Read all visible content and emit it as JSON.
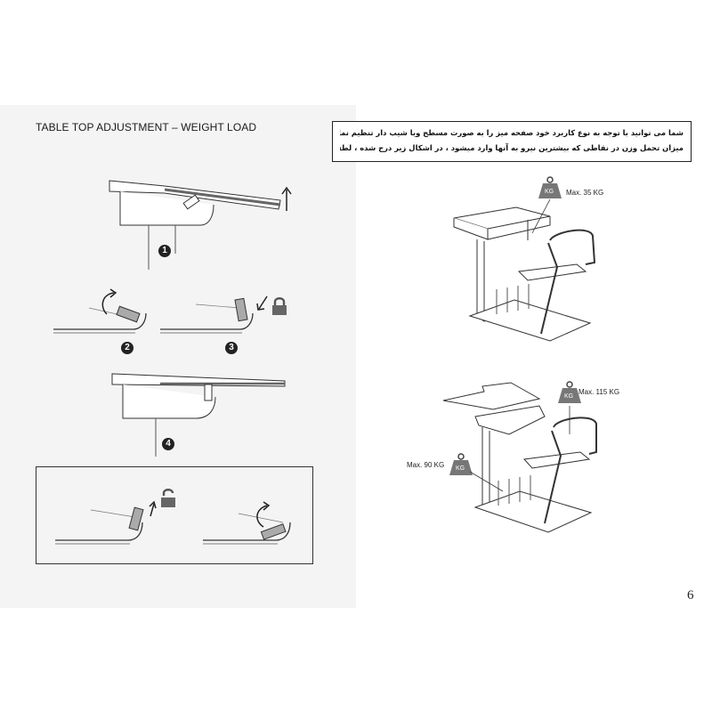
{
  "title": "TABLE TOP ADJUSTMENT  –  WEIGHT LOAD",
  "notice": {
    "line1": "شما می توانید با توجه به نوع کاربرد خود صفحه میز را به صورت مسطح ویا شیب دار تنظیم نمایید.",
    "line2": "میزان تحمل وزن در نقاطی که بیشترین نیرو به آنها وارد میشود ، در اشکال زیر درج شده ، لطفا توجه فرمایید."
  },
  "steps": [
    "1",
    "2",
    "3",
    "4"
  ],
  "weights": {
    "unit_label": "KG",
    "top_desk": "Max. 35 KG",
    "seat": "Max. 115 KG",
    "shelf": "Max. 90 KG"
  },
  "icons": [
    "up-arrow-icon",
    "rotate-arrow-icon",
    "down-arrow-icon",
    "lock-closed-icon",
    "lock-open-icon",
    "weight-icon"
  ],
  "page_number": "6"
}
